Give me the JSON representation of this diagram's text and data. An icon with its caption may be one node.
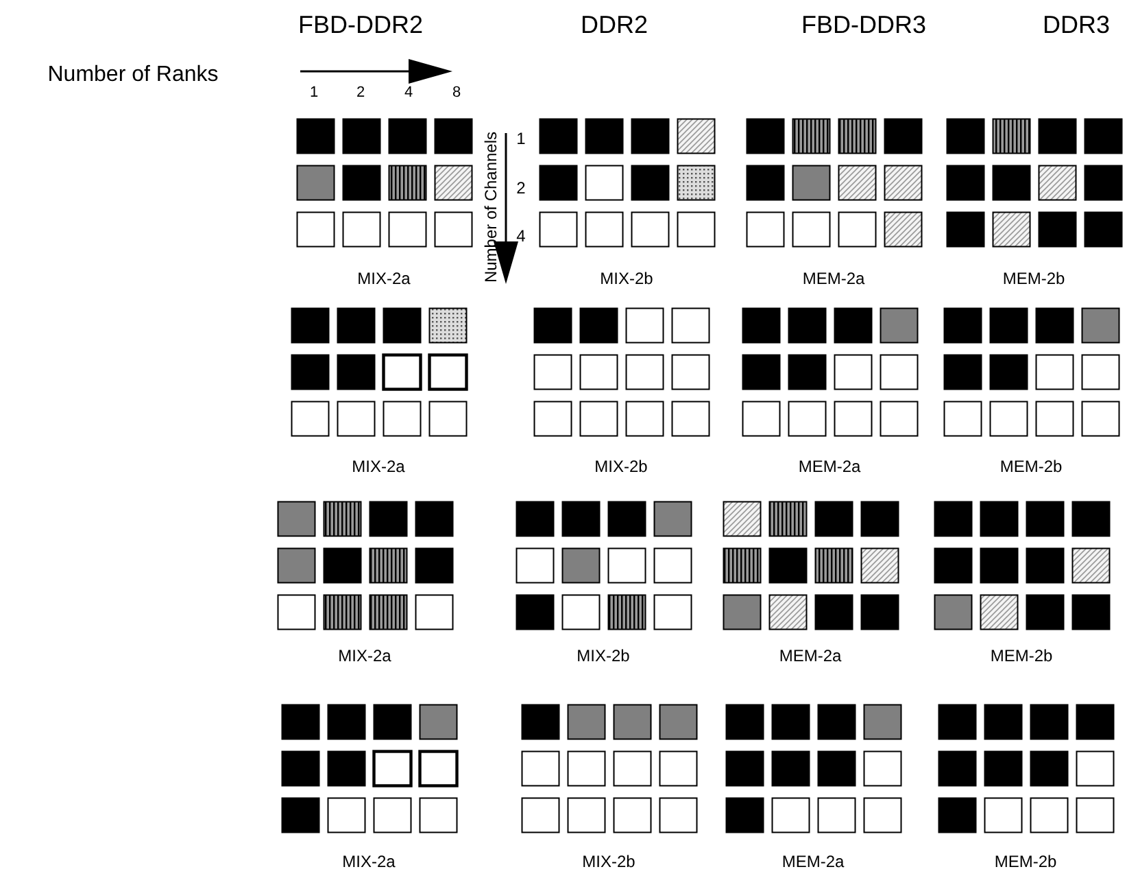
{
  "diagram": {
    "labels": [
      "FBD-DDR2",
      "DDR2",
      "FBD-DDR3",
      "DDR3",
      "Number of Ranks",
      "1",
      "2",
      "4",
      "8",
      "Number of Channels",
      "1",
      "2",
      "4",
      "MIX-2a",
      "MIX-2b",
      "MEM-2a",
      "MEM-2b",
      "MIX-2a",
      "MIX-2b",
      "MEM-2a",
      "MEM-2b",
      "MIX-2a",
      "MIX-2b",
      "MEM-2a",
      "MEM-2b",
      "MIX-2a",
      "MIX-2b",
      "MEM-2a",
      "MEM-2b"
    ]
  }
}
